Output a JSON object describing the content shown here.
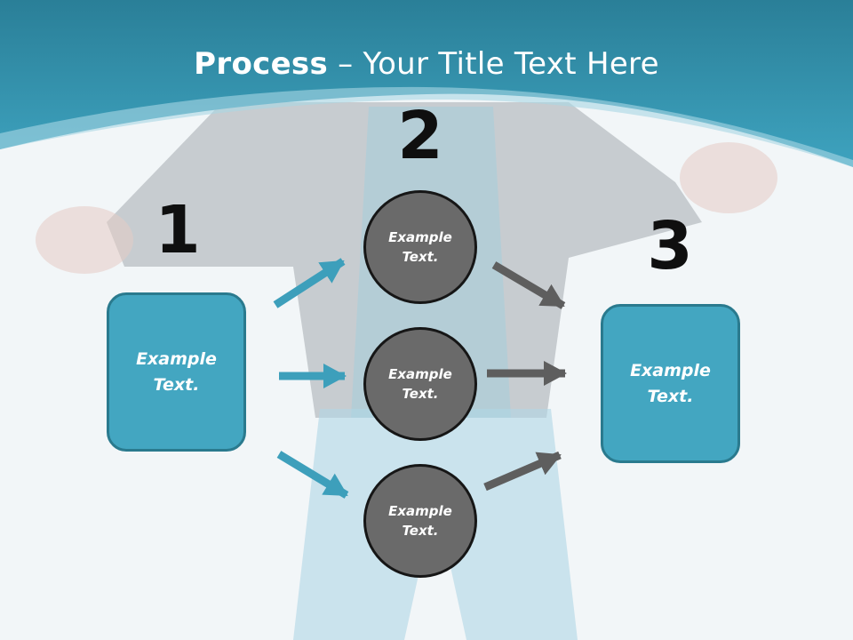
{
  "slide": {
    "title_bold": "Process",
    "title_rest": " – Your Title Text Here"
  },
  "steps": {
    "one": {
      "number": "1",
      "text": "Example Text."
    },
    "two": {
      "number": "2",
      "circles": [
        {
          "text": "Example Text."
        },
        {
          "text": "Example Text."
        },
        {
          "text": "Example Text."
        }
      ]
    },
    "three": {
      "number": "3",
      "text": "Example Text."
    }
  },
  "colors": {
    "header": "#2f8fa9",
    "box_fill": "#43a6c1",
    "box_border": "#2a7a8e",
    "circle_fill": "#6a6a6a",
    "circle_border": "#161616",
    "arrow_blue": "#3d9fbb",
    "arrow_gray": "#5e5e5e"
  }
}
